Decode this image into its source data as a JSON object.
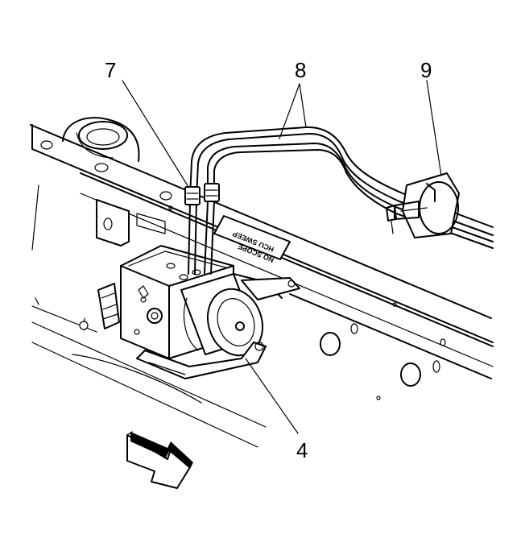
{
  "callouts": {
    "c7": "7",
    "c8": "8",
    "c9": "9",
    "c4": "4"
  },
  "decal": {
    "line1": "HCU SWEEP",
    "line2": "NO SCOPE"
  }
}
